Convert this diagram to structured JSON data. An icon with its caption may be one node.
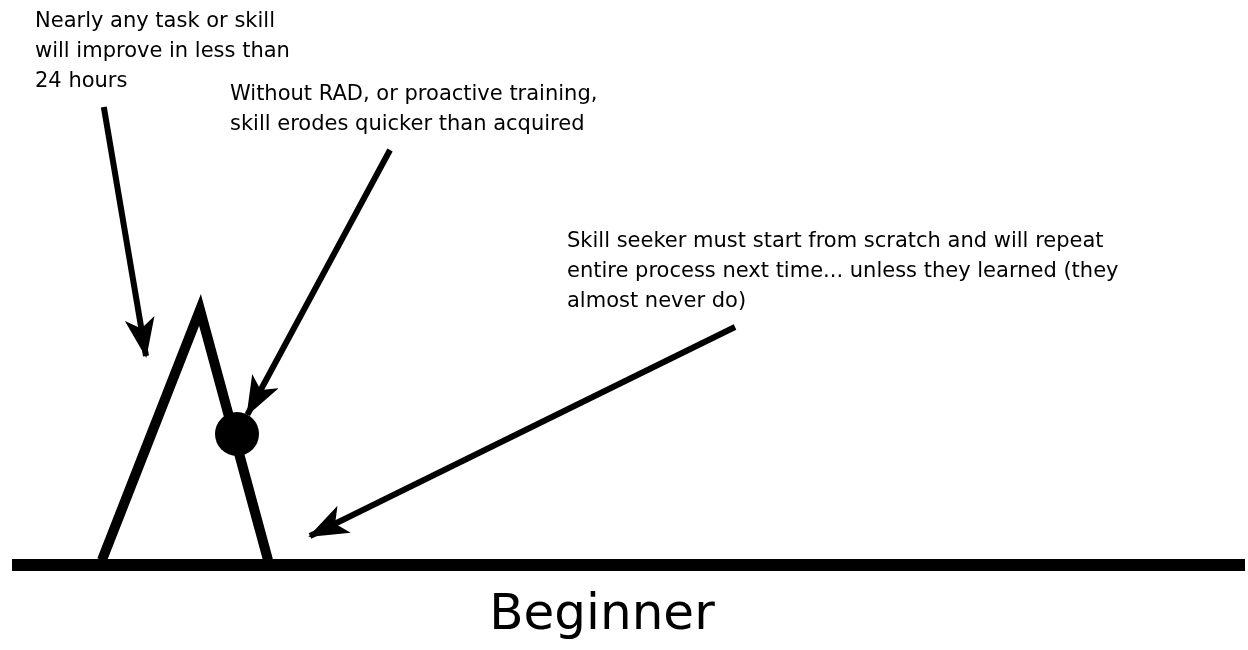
{
  "diagram": {
    "nodes": [
      {
        "text": [
          "Nearly any task or skill will improve in less than 24 hours"
        ]
      },
      {
        "text": [
          "Without RAD, or proactive training, skill erodes quicker than acquired"
        ]
      },
      {
        "text": [
          "Skill seeker must start from scratch and will repeat entire process next time... unless they learned (they almost never do)"
        ]
      },
      {
        "text": [],
        "shape": "circle"
      }
    ],
    "edges": [
      {
        "from": 0,
        "to": null,
        "arrow": "to"
      },
      {
        "from": 1,
        "to": 3,
        "arrow": "to"
      },
      {
        "from": 2,
        "to": null,
        "arrow": "to"
      }
    ],
    "labels": [
      "Beginner"
    ]
  }
}
